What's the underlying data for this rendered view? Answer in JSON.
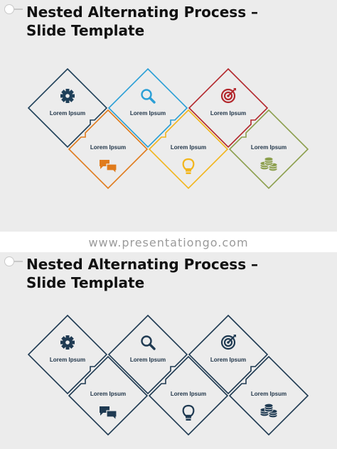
{
  "slides": [
    {
      "title_line1": "Nested Alternating Process –",
      "title_line2": "Slide Template",
      "style": "colored",
      "steps": [
        {
          "label": "Lorem Ipsum",
          "icon": "gear-icon",
          "color": "#1f4059"
        },
        {
          "label": "Lorem Ipsum",
          "icon": "speech-bubbles-icon",
          "color": "#e07b1c"
        },
        {
          "label": "Lorem Ipsum",
          "icon": "magnifier-icon",
          "color": "#2a9fd6"
        },
        {
          "label": "Lorem Ipsum",
          "icon": "lightbulb-icon",
          "color": "#f2b51c"
        },
        {
          "label": "Lorem Ipsum",
          "icon": "target-icon",
          "color": "#b3282d"
        },
        {
          "label": "Lorem Ipsum",
          "icon": "coins-icon",
          "color": "#8c9f4d"
        }
      ]
    },
    {
      "title_line1": "Nested Alternating Process –",
      "title_line2": "Slide Template",
      "style": "monochrome",
      "steps": [
        {
          "label": "Lorem Ipsum",
          "icon": "gear-icon",
          "color": "#1f3a52"
        },
        {
          "label": "Lorem Ipsum",
          "icon": "speech-bubbles-icon",
          "color": "#1f3a52"
        },
        {
          "label": "Lorem Ipsum",
          "icon": "magnifier-icon",
          "color": "#1f3a52"
        },
        {
          "label": "Lorem Ipsum",
          "icon": "lightbulb-icon",
          "color": "#1f3a52"
        },
        {
          "label": "Lorem Ipsum",
          "icon": "target-icon",
          "color": "#1f3a52"
        },
        {
          "label": "Lorem Ipsum",
          "icon": "coins-icon",
          "color": "#1f3a52"
        }
      ]
    }
  ],
  "watermark": "www.presentationgo.com"
}
